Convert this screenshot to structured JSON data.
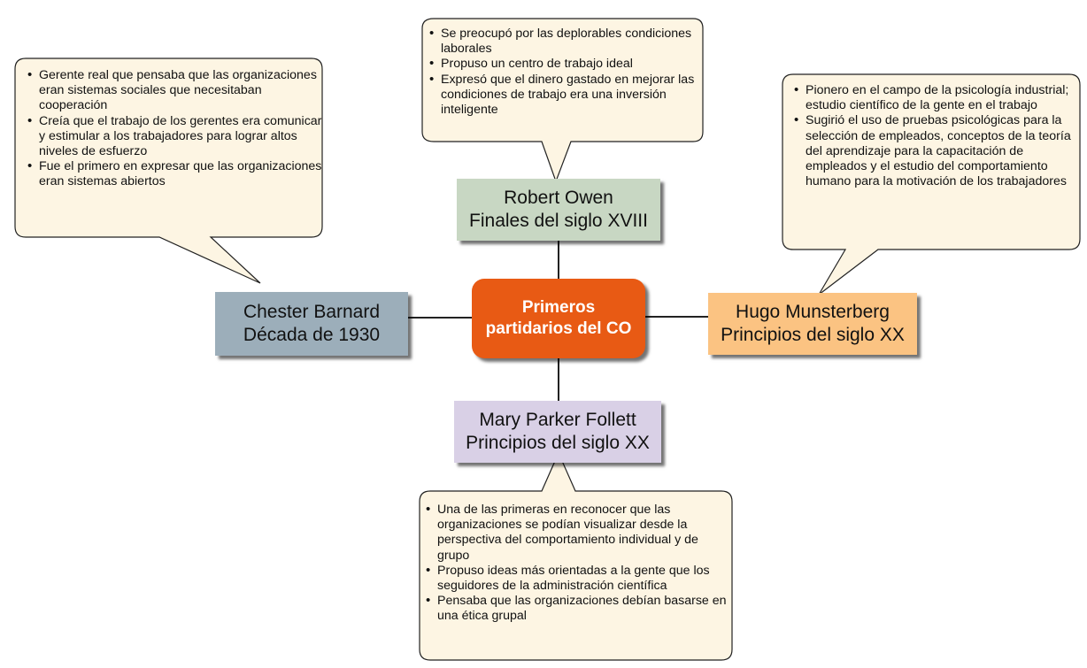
{
  "center": {
    "line1": "Primeros",
    "line2": "partidarios del CO"
  },
  "owen": {
    "name": "Robert Owen",
    "period": "Finales del siglo XVIII",
    "bullets": [
      "Se preocupó por las deplorables condiciones laborales",
      "Propuso un centro de trabajo ideal",
      "Expresó que el dinero gastado en mejorar las condiciones de trabajo era una inversión inteligente"
    ]
  },
  "barnard": {
    "name": "Chester Barnard",
    "period": "Década de 1930",
    "bullets": [
      "Gerente real que pensaba que las organizaciones eran sistemas sociales que necesitaban cooperación",
      "Creía que el trabajo de los gerentes era comunicar y estimular a los trabajadores para lograr altos niveles de esfuerzo",
      "Fue el primero en expresar que las organizaciones eran sistemas abiertos"
    ]
  },
  "munsterberg": {
    "name": "Hugo Munsterberg",
    "period": "Principios del siglo XX",
    "bullets": [
      "Pionero en el campo de la psicología industrial; estudio científico de la gente en el trabajo",
      "Sugirió el uso de pruebas psicológicas para la selección de empleados, conceptos de la teoría del aprendizaje para la capacitación de empleados y el estudio del comportamiento humano para la motivación de los trabajadores"
    ]
  },
  "follett": {
    "name": "Mary Parker Follett",
    "period": "Principios del siglo XX",
    "bullets": [
      "Una de las primeras en reconocer que las organizaciones se podían visualizar desde la perspectiva del comportamiento individual y de grupo",
      "Propuso ideas más orientadas a la gente que los seguidores de la administración científica",
      "Pensaba que las organizaciones debían basarse en una ética grupal"
    ]
  },
  "colors": {
    "center": "#e85a14",
    "owen": "#c8d7c3",
    "barnard": "#9caeba",
    "munsterberg": "#fbc382",
    "follett": "#d9d0e6",
    "callout": "#fdf5e3",
    "stroke": "#222222"
  }
}
